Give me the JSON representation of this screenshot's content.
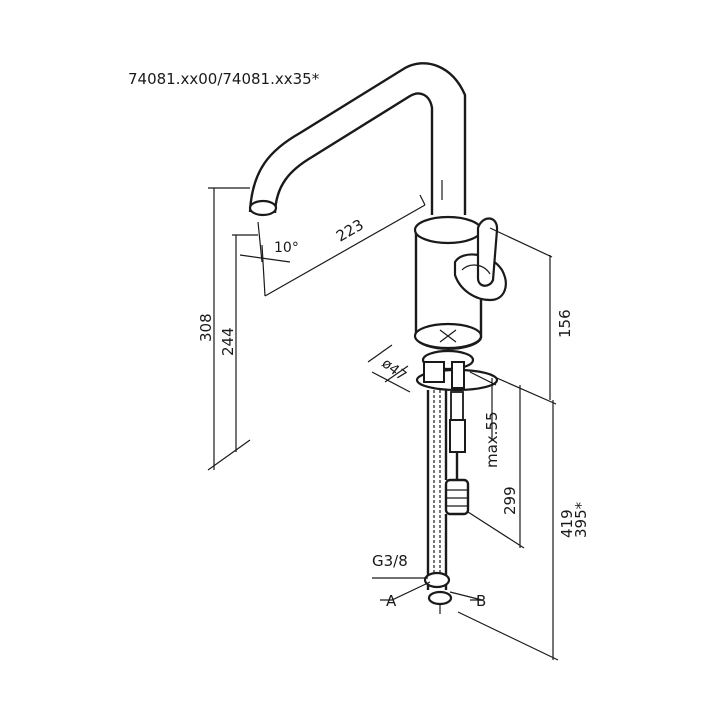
{
  "title": "74081.xx00/74081.xx35*",
  "dimensions": {
    "total_height": "308",
    "spout_height": "244",
    "spout_reach": "223",
    "spout_angle": "10°",
    "body_height": "156",
    "base_diameter": "ø47",
    "max_counter_thickness": "max.55",
    "hose_length": "299",
    "connection_length": "419",
    "connection_length_alt": "395*"
  },
  "labels": {
    "thread": "G3/8",
    "connection_a": "A",
    "connection_b": "B"
  }
}
